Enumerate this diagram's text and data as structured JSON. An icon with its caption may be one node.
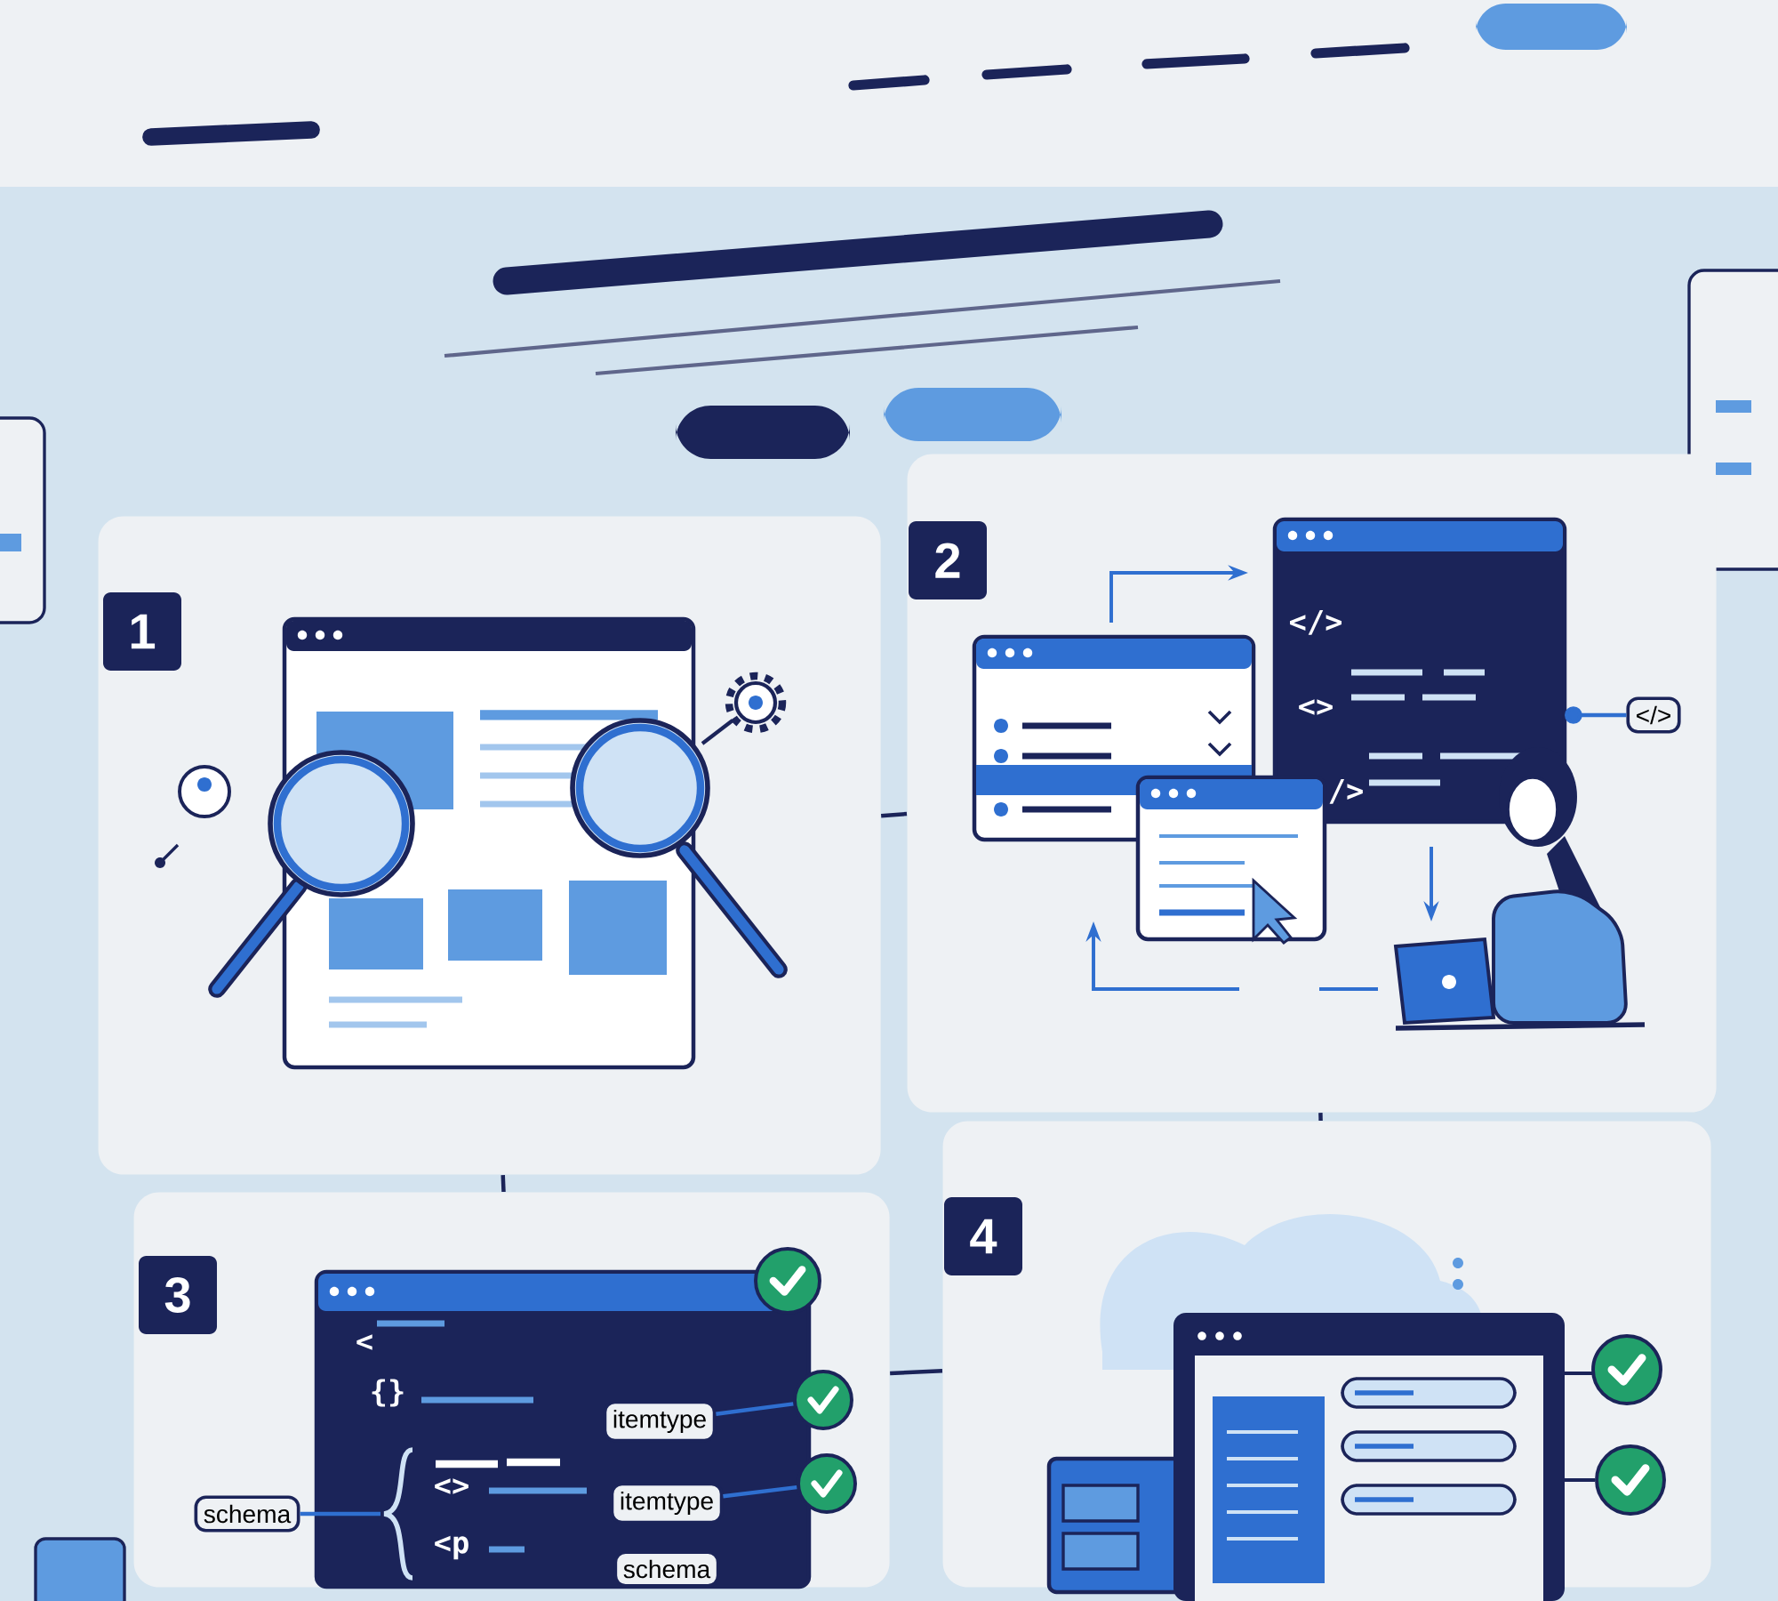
{
  "diagram": {
    "nodes": [
      {
        "text": [
          "1"
        ]
      },
      {
        "text": [
          "2"
        ]
      },
      {
        "text": [
          "3"
        ]
      },
      {
        "text": [
          "4"
        ]
      },
      {
        "text": [
          "</>"
        ],
        "in": 1
      },
      {
        "text": [
          "itemtype"
        ],
        "in": 2
      },
      {
        "text": [
          "itemtype"
        ],
        "in": 2
      },
      {
        "text": [
          "schema"
        ],
        "in": 2
      },
      {
        "text": [
          "schema"
        ],
        "in": 2
      },
      {
        "text": [],
        "shape": "circle",
        "in": 2
      },
      {
        "text": [],
        "shape": "circle",
        "in": 2
      }
    ],
    "edges": [
      {
        "from": 0,
        "to": 1,
        "arrow": "none"
      },
      {
        "from": 0,
        "to": 2,
        "arrow": "none"
      },
      {
        "from": 1,
        "to": 3,
        "arrow": "none"
      },
      {
        "from": 2,
        "to": 3,
        "arrow": "none"
      },
      {
        "from": 4,
        "to": null,
        "arrow": "other",
        "color": "#2f6fd0"
      },
      {
        "from": 5,
        "to": 9,
        "arrow": "none",
        "color": "#2f6fd0"
      },
      {
        "from": 6,
        "to": 10,
        "arrow": "none",
        "color": "#2f6fd0"
      },
      {
        "from": 7,
        "to": null,
        "arrow": "none",
        "color": "#2f6fd0"
      }
    ],
    "labels": [
      "</>",
      "<>",
      "/>",
      "<",
      "{}",
      "<>",
      "<p"
    ]
  }
}
